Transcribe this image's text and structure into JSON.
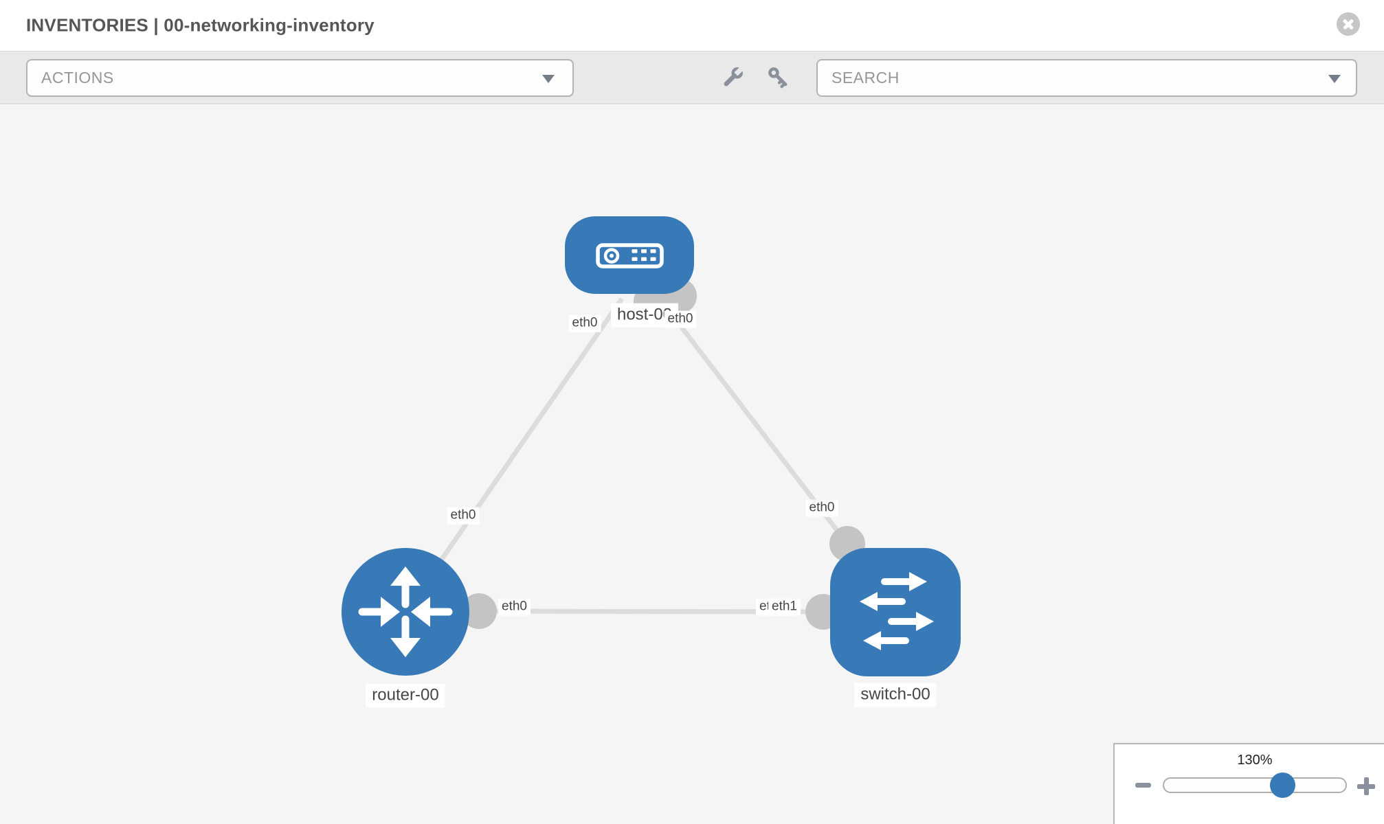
{
  "header": {
    "title": "INVENTORIES | 00-networking-inventory"
  },
  "toolbar": {
    "actions_label": "ACTIONS",
    "search_placeholder": "SEARCH"
  },
  "topology": {
    "nodes": [
      {
        "id": "host-00",
        "type": "host",
        "label": "host-00"
      },
      {
        "id": "router-00",
        "type": "router",
        "label": "router-00"
      },
      {
        "id": "switch-00",
        "type": "switch",
        "label": "switch-00"
      }
    ],
    "links": [
      {
        "source": "host-00",
        "target": "router-00",
        "source_interface": "eth0",
        "target_interface": "eth0"
      },
      {
        "source": "host-00",
        "target": "switch-00",
        "source_interface": "eth0",
        "target_interface": "eth0"
      },
      {
        "source": "router-00",
        "target": "switch-00",
        "source_interface": "eth0",
        "target_interface": "eth1",
        "target_interface_underlay": "eth0"
      }
    ]
  },
  "zoom": {
    "level_label": "130%",
    "percent": 130
  },
  "colors": {
    "node_blue": "#3879b7",
    "link_gray": "#dcdcdc",
    "endpoint_gray": "#c4c4c4",
    "canvas_bg": "#f5f5f5",
    "toolbar_bg": "#e9e9e9"
  }
}
